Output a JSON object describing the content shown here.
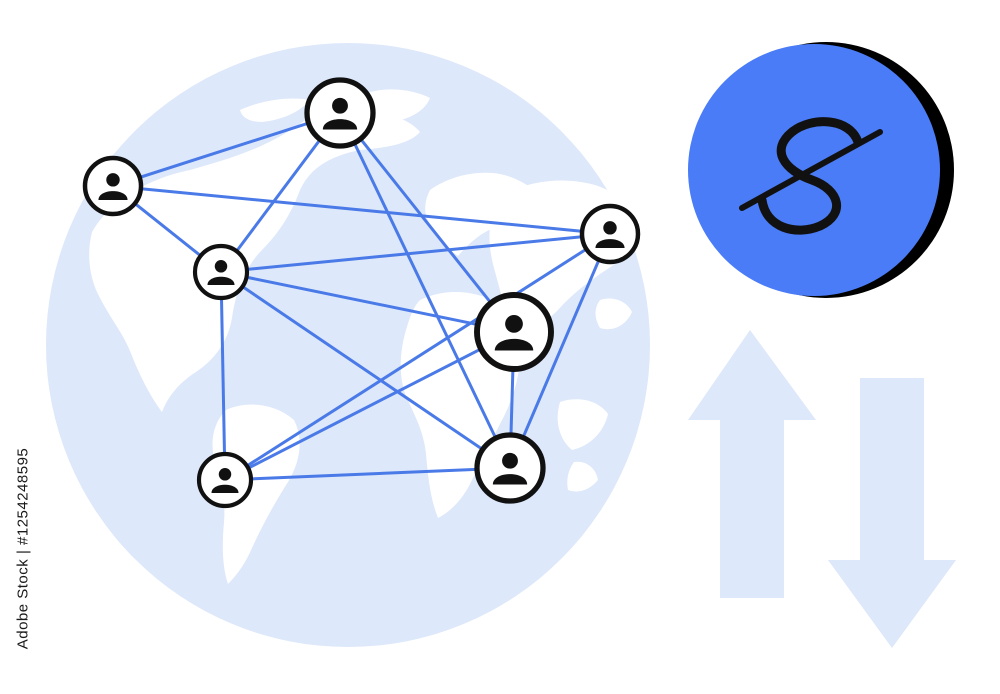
{
  "stock_id": "Adobe Stock | #1254248595",
  "colors": {
    "globe": "#dde8fa",
    "land": "#ffffff",
    "link": "#4a7ae8",
    "node_stroke": "#111111",
    "node_fill": "#ffffff",
    "person": "#111111",
    "coin": "#4a7cf7",
    "coin_edge": "#000000",
    "dollar": "#111111",
    "arrows": "#dde8fa"
  },
  "icons": {
    "globe": "world-map-globe",
    "node": "person-icon",
    "coin": "dollar-coin-icon",
    "up": "arrow-up-icon",
    "down": "arrow-down-icon"
  },
  "network": {
    "node_count": 7,
    "connections": [
      [
        0,
        1
      ],
      [
        0,
        2
      ],
      [
        0,
        3
      ],
      [
        1,
        2
      ],
      [
        1,
        4
      ],
      [
        1,
        5
      ],
      [
        2,
        3
      ],
      [
        2,
        5
      ],
      [
        2,
        4
      ],
      [
        2,
        6
      ],
      [
        3,
        5
      ],
      [
        3,
        6
      ],
      [
        4,
        6
      ],
      [
        5,
        4
      ],
      [
        5,
        6
      ]
    ]
  }
}
